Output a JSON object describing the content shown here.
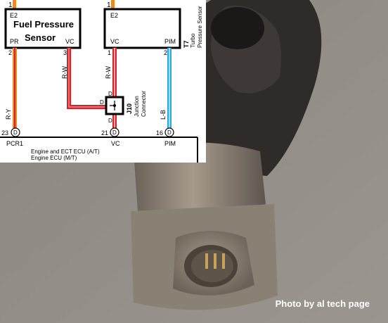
{
  "diagram": {
    "top_pin_left": "1",
    "top_pin_right": "1",
    "fuel_sensor": {
      "e2_label": "E2",
      "title_line1": "Fuel Pressure",
      "title_line2": "Sensor",
      "pr_label": "PR",
      "vc_label": "VC",
      "pin_pr": "2",
      "pin_vc": "3"
    },
    "turbo_sensor": {
      "e2_label": "E2",
      "vc_label": "VC",
      "pim_label": "PIM",
      "pin_vc": "1",
      "pin_pim": "2",
      "id": "T7",
      "name_line1": "Turbo",
      "name_line2": "Pressure Sensor"
    },
    "wires": {
      "left_color_code": "R-W",
      "mid_color_code": "R-W",
      "pr_color_code": "R-Y",
      "pim_color_code": "L-B"
    },
    "junction": {
      "id": "J10",
      "name_line1": "Junction",
      "name_line2": "Connector",
      "pin_left": "D",
      "pin_top": "D",
      "pin_bottom": "D"
    },
    "ecu": {
      "pin_pcr1_num": "23",
      "pin_vc_num": "21",
      "pin_pim_num": "16",
      "connector": "D",
      "label_pcr1": "PCR1",
      "label_vc": "VC",
      "label_pim": "PIM",
      "line1": "Engine and ECT ECU (A/T)",
      "line2": "Engine ECU (M/T)"
    },
    "colors": {
      "red_wire": "#d4232b",
      "orange_wire": "#e8892a",
      "blue_wire": "#2aa9e0",
      "black": "#000000"
    }
  },
  "photo": {
    "caption": "Photo by al tech page",
    "subject": "sensor-connector-photo"
  }
}
